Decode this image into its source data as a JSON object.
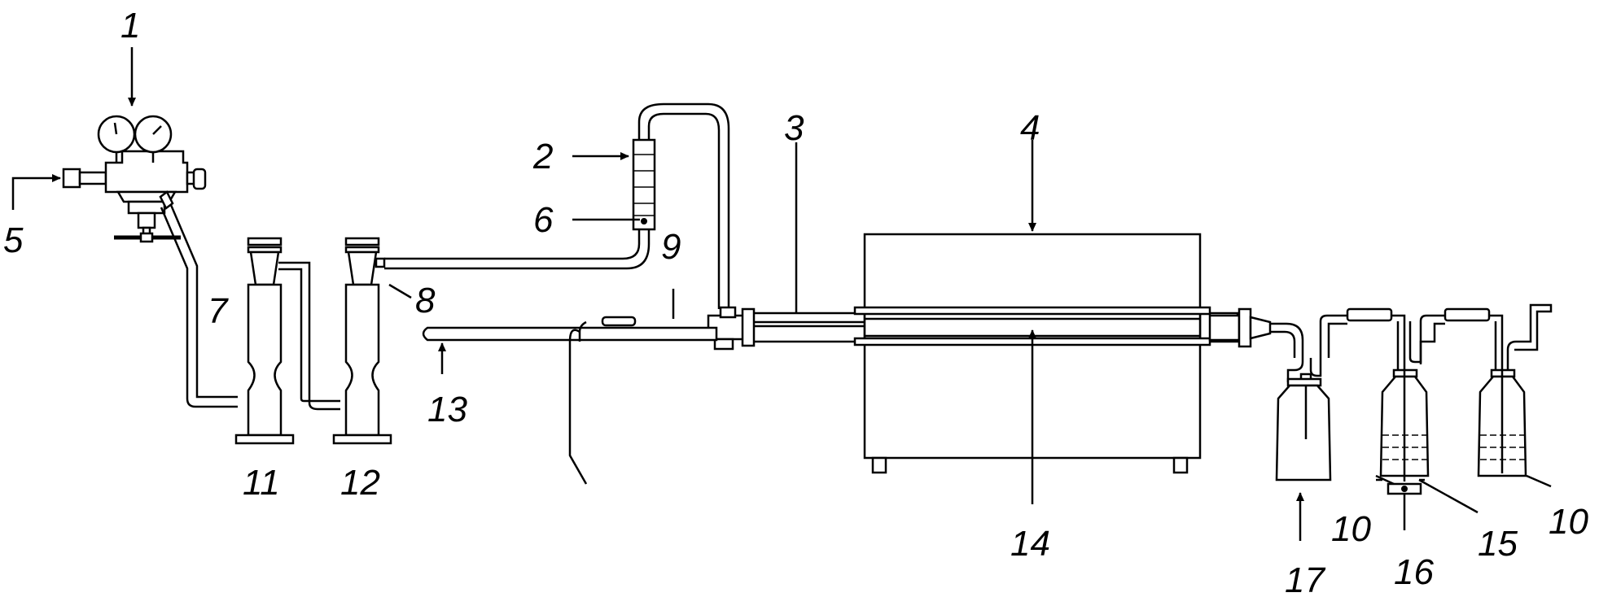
{
  "labels": {
    "l1": "1",
    "l2": "2",
    "l3": "3",
    "l4": "4",
    "l5": "5",
    "l6": "6",
    "l7": "7",
    "l8": "8",
    "l9": "9",
    "l10a": "10",
    "l10b": "10",
    "l11": "11",
    "l12": "12",
    "l13": "13",
    "l14": "14",
    "l15": "15",
    "l16": "16",
    "l17": "17"
  }
}
